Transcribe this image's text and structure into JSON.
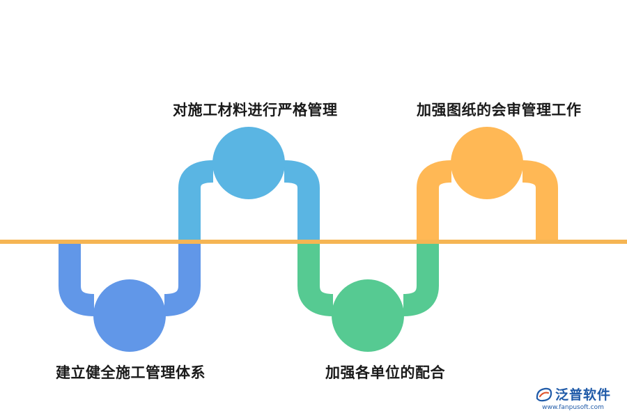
{
  "colors": {
    "baseline": "#F5B553",
    "step1": "#6197E8",
    "step2": "#5AB5E3",
    "step3": "#56CA92",
    "step4": "#FFB855",
    "background": "#FFFFFF"
  },
  "steps": [
    {
      "label": "建立健全施工管理体系"
    },
    {
      "label": "对施工材料进行严格管理"
    },
    {
      "label": "加强各单位的配合"
    },
    {
      "label": "加强图纸的会审管理工作"
    }
  ],
  "logo": {
    "name": "泛普软件",
    "url": "www.fanpusoft.com"
  }
}
